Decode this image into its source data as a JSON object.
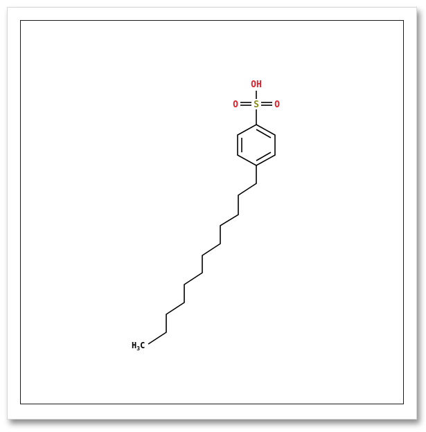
{
  "structure": {
    "atoms": {
      "hydroxyl": "OH",
      "sulfur": "S",
      "oxo_left": "O",
      "oxo_right": "O",
      "methyl_h": "H",
      "methyl_sub": "3",
      "methyl_c": "C"
    },
    "colors": {
      "oxygen": "#e0202a",
      "sulfur": "#8a8a1a",
      "bond": "#000000",
      "frame": "#1a1a1a"
    }
  }
}
